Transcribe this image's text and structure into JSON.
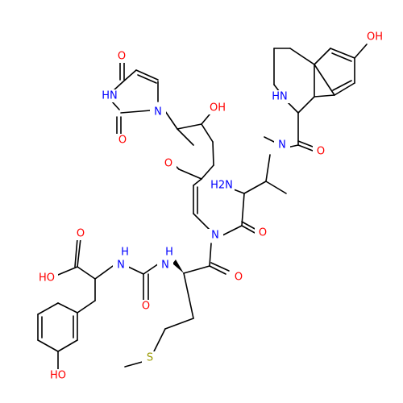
{
  "colors": {
    "oxygen": "#ff0000",
    "nitrogen": "#0000ff",
    "sulfur": "#999900",
    "carbon": "#000000",
    "background": "#ffffff"
  },
  "atoms": {
    "uracil_o_top": "O",
    "uracil_nh": "HN",
    "uracil_o_mid": "O",
    "uracil_n1": "N",
    "sugar_oh": "OH",
    "sugar_o_ring": "O",
    "tic_oh": "OH",
    "tic_nh": "HN",
    "amide_n_methyl": "N",
    "amide_o_tic": "O",
    "amine_h2n": "H2N",
    "peptide_n": "N",
    "amide_o_right": "O",
    "nh_left": "H",
    "nh_left_n": "N",
    "nh_right": "H",
    "nh_right_n": "N",
    "urea_o": "O",
    "amide_o_met": "O",
    "acid_o": "O",
    "acid_oh": "HO",
    "phenol_oh": "HO",
    "sulfur": "S"
  }
}
